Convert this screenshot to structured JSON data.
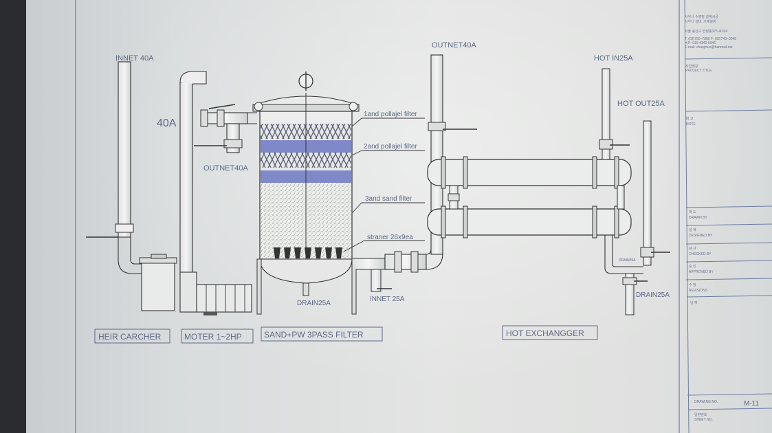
{
  "labels": {
    "innet_40a": "INNET 40A",
    "size_40a": "40A",
    "outnet_40a_left": "OUTNET40A",
    "outnet_40a_top": "OUTNET40A",
    "hot_in": "HOT IN25A",
    "hot_out": "HOT OUT25A",
    "filter_1": "1and pollajel filter",
    "filter_2": "2and pollajel filter",
    "filter_3": "3and sand filter",
    "strainer": "straner 26x9ea",
    "drain_center": "DRAIN25A",
    "innet_25a": "INNET 25A",
    "drain_small": "DRAIN25A",
    "drain_right": "DRAIN25A"
  },
  "captions": {
    "hair_catcher": "HEIR CARCHER",
    "motor": "MOTER 1~2HP",
    "sand_filter": "SAND+PW 3PASS FILTER",
    "heat_exchanger": "HOT EXCHANGGER"
  },
  "title_block": {
    "company_lines": [
      "사우나 수영장 설계시공",
      "사우나 설비, 기계설비",
      "",
      "서울 송산구 한정동375 40-54",
      "T: (02)750~7805 F: (02)749~0049",
      "H.P: 010-4342-0046",
      "E-mail: chanjmuo@hanmail.net"
    ],
    "project_title_ko": "사업명칭",
    "project_title": "PROJECT TITLE",
    "note_ko": "비 고",
    "note": "NOTE",
    "drawn_by_ko": "제 도",
    "drawn_by": "DRAWN BY",
    "designed_by_ko": "설 계",
    "designed_by": "DESIGNED BY",
    "checked_by_ko": "검 사",
    "checked_by": "CHECKED BY",
    "approved_by_ko": "승 인",
    "approved_by": "APPROVED BY",
    "revisions_ko": "수 정",
    "revisions": "REVISIONS",
    "date_ko": "날 짜",
    "drawing_no_label": "DRAWING NO.",
    "drawing_no": "M-11",
    "sheet_no_ko": "일련번호",
    "sheet_no": "SHEET NO."
  }
}
